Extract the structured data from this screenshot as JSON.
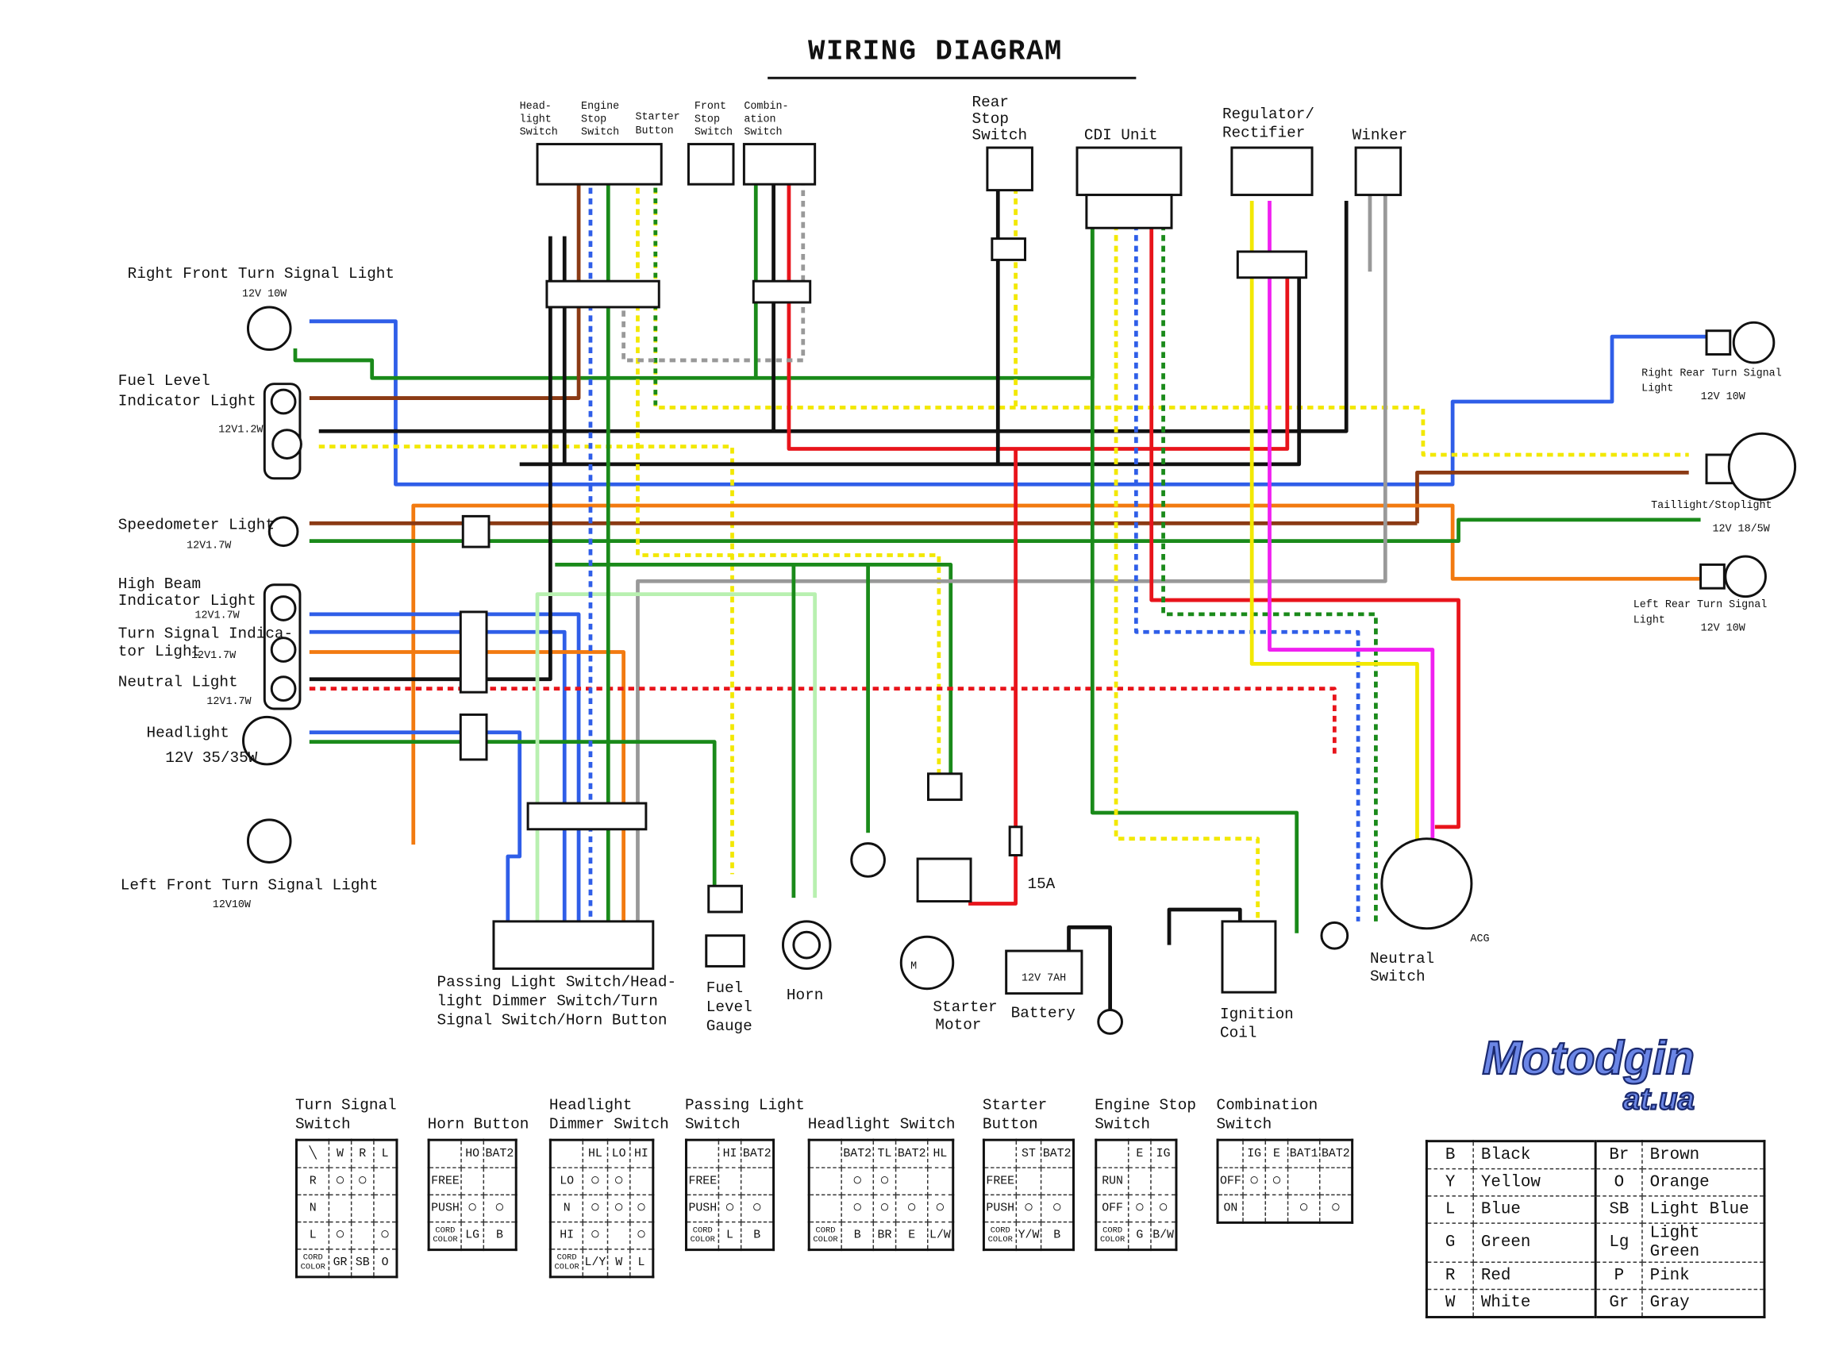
{
  "title": "WIRING DIAGRAM",
  "wire_colors": {
    "black": "#111111",
    "yellow": "#f2e800",
    "blue": "#2f5ee8",
    "green": "#1a8a1a",
    "red": "#e8141b",
    "white": "#cccccc",
    "brown": "#8b3a14",
    "orange": "#f27a10",
    "light_blue": "#2f5ee8",
    "light_green": "#b8f0b0",
    "pink": "#f020f0",
    "gray": "#999999"
  },
  "top_components": {
    "headlight_switch": [
      "Head-",
      "light",
      "Switch"
    ],
    "engine_stop_switch": [
      "Engine",
      "Stop",
      "Switch"
    ],
    "starter_button": [
      "Starter",
      "Button"
    ],
    "front_stop_switch": [
      "Front",
      "Stop",
      "Switch"
    ],
    "combination_switch": [
      "Combin-",
      "ation",
      "Switch"
    ],
    "rear_stop_switch": [
      "Rear",
      "Stop",
      "Switch"
    ],
    "cdi_unit": "CDI Unit",
    "regulator_rectifier": [
      "Regulator/",
      "Rectifier"
    ],
    "winker": "Winker"
  },
  "left_lamps": {
    "right_front_turn": {
      "name": "Right Front Turn Signal Light",
      "rating": "12V 10W"
    },
    "fuel_level": {
      "name": [
        "Fuel Level",
        "Indicator Light"
      ],
      "rating": "12V1.2W"
    },
    "speedometer": {
      "name": "Speedometer Light",
      "rating": "12V1.7W"
    },
    "high_beam": {
      "name": [
        "High Beam",
        "Indicator Light"
      ],
      "rating": "12V1.7W"
    },
    "turn_indicator": {
      "name": [
        "Turn Signal Indica-",
        "tor Light"
      ],
      "rating": "12V1.7W"
    },
    "neutral": {
      "name": "Neutral Light",
      "rating": "12V1.7W"
    },
    "headlight": {
      "name": "Headlight",
      "rating": "12V 35/35W"
    },
    "left_front_turn": {
      "name": "Left Front Turn Signal Light",
      "rating": "12V10W"
    }
  },
  "right_lamps": {
    "right_rear_turn": {
      "name": [
        "Right Rear Turn Signal",
        "Light"
      ],
      "rating": "12V 10W"
    },
    "taillight": {
      "name": "Taillight/Stoplight",
      "rating": "12V 18/5W"
    },
    "left_rear_turn": {
      "name": [
        "Left Rear Turn Signal",
        "Light"
      ],
      "rating": "12V 10W"
    }
  },
  "bottom_components": {
    "handlebar_switch": [
      "Passing Light Switch/Head-",
      "light Dimmer Switch/Turn",
      "Signal Switch/Horn Button"
    ],
    "fuel_level_gauge": [
      "Fuel",
      "Level",
      "Gauge"
    ],
    "horn": "Horn",
    "starter_motor": [
      "Starter",
      "Motor"
    ],
    "fuse": "15A",
    "battery": "Battery",
    "battery_rating": "12V 7AH",
    "ignition_coil": [
      "Ignition",
      "Coil"
    ],
    "neutral_switch": [
      "Neutral",
      "Switch"
    ],
    "acg": "ACG"
  },
  "switch_tables": [
    {
      "title": "Turn Signal\nSwitch",
      "rows": [
        [
          "╲",
          "W",
          "R",
          "L"
        ],
        [
          "R",
          "○",
          "○",
          ""
        ],
        [
          "N",
          "",
          "",
          ""
        ],
        [
          "L",
          "○",
          "",
          "○"
        ],
        [
          "CORD COLOR",
          "GR",
          "SB",
          "O"
        ]
      ]
    },
    {
      "title": "\nHorn Button",
      "rows": [
        [
          "",
          "HO",
          "BAT2"
        ],
        [
          "FREE",
          "",
          ""
        ],
        [
          "PUSH",
          "○",
          "○"
        ],
        [
          "CORD COLOR",
          "LG",
          "B"
        ]
      ]
    },
    {
      "title": "Headlight\nDimmer Switch",
      "rows": [
        [
          "",
          "HL",
          "LO",
          "HI"
        ],
        [
          "LO",
          "○",
          "○",
          ""
        ],
        [
          "N",
          "○",
          "○",
          "○"
        ],
        [
          "HI",
          "○",
          "",
          "○"
        ],
        [
          "CORD COLOR",
          "L/Y",
          "W",
          "L"
        ]
      ]
    },
    {
      "title": "Passing Light\nSwitch",
      "rows": [
        [
          "",
          "HI",
          "BAT2"
        ],
        [
          "FREE",
          "",
          ""
        ],
        [
          "PUSH",
          "○",
          "○"
        ],
        [
          "CORD COLOR",
          "L",
          "B"
        ]
      ]
    },
    {
      "title": "\nHeadlight Switch",
      "rows": [
        [
          "",
          "BAT2",
          "TL",
          "BAT2",
          "HL"
        ],
        [
          "",
          "○",
          "○",
          "",
          ""
        ],
        [
          "",
          "○",
          "○",
          "○",
          "○"
        ],
        [
          "CORD COLOR",
          "B",
          "BR",
          "E",
          "L/W"
        ]
      ]
    },
    {
      "title": "Starter\nButton",
      "rows": [
        [
          "",
          "ST",
          "BAT2"
        ],
        [
          "FREE",
          "",
          ""
        ],
        [
          "PUSH",
          "○",
          "○"
        ],
        [
          "CORD COLOR",
          "Y/W",
          "B"
        ]
      ]
    },
    {
      "title": "Engine Stop\nSwitch",
      "rows": [
        [
          "",
          "E",
          "IG"
        ],
        [
          "RUN",
          "",
          ""
        ],
        [
          "OFF",
          "○",
          "○"
        ],
        [
          "CORD COLOR",
          "G",
          "B/W"
        ]
      ]
    },
    {
      "title": "Combination\nSwitch",
      "rows": [
        [
          "",
          "IG",
          "E",
          "BAT1",
          "BAT2"
        ],
        [
          "OFF",
          "○",
          "○",
          "",
          ""
        ],
        [
          "ON",
          "",
          "",
          "○",
          "○"
        ]
      ]
    }
  ],
  "color_legend": [
    {
      "code": "B",
      "name": "Black",
      "code2": "Br",
      "name2": "Brown"
    },
    {
      "code": "Y",
      "name": "Yellow",
      "code2": "O",
      "name2": "Orange"
    },
    {
      "code": "L",
      "name": "Blue",
      "code2": "SB",
      "name2": "Light Blue"
    },
    {
      "code": "G",
      "name": "Green",
      "code2": "Lg",
      "name2": "Light Green"
    },
    {
      "code": "R",
      "name": "Red",
      "code2": "P",
      "name2": "Pink"
    },
    {
      "code": "W",
      "name": "White",
      "code2": "Gr",
      "name2": "Gray"
    }
  ],
  "logo": {
    "line1": "Motodgin",
    "line2": "at.ua"
  }
}
